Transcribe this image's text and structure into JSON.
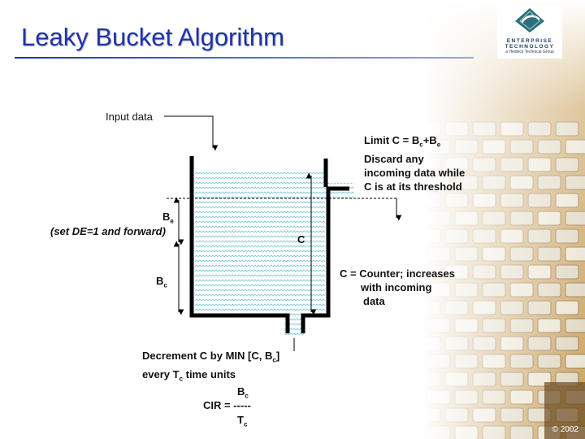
{
  "slide": {
    "title": "Leaky Bucket Algorithm",
    "copyright": "© 2002"
  },
  "logo": {
    "line1": "ENTERPRISE",
    "line2": "TECHNOLOGY",
    "line3": "a Heidrick Technical Group"
  },
  "diagram": {
    "input_label": "Input data",
    "limit_line1": "Limit C = B",
    "limit_sub1": "c",
    "limit_plus": "+B",
    "limit_sub2": "e",
    "discard_line1": "Discard any",
    "discard_line2": "incoming data while",
    "discard_line3": "C is at its threshold",
    "be_main": "B",
    "be_sub": "e",
    "be_note": "(set DE=1 and forward)",
    "bc_main": "B",
    "bc_sub": "c",
    "c_label": "C",
    "counter_line1": "C = Counter; increases",
    "counter_line2": "with incoming",
    "counter_line3": "data",
    "decrement_line1a": "Decrement C by MIN [C, B",
    "decrement_sub": "c",
    "decrement_line1b": "]",
    "decrement_line2a": "every T",
    "decrement_sub2": "c",
    "decrement_line2b": " time units",
    "cir_num_main": "B",
    "cir_num_sub": "c",
    "cir_lhs": "CIR = -----",
    "cir_den_main": "T",
    "cir_den_sub": "c"
  }
}
